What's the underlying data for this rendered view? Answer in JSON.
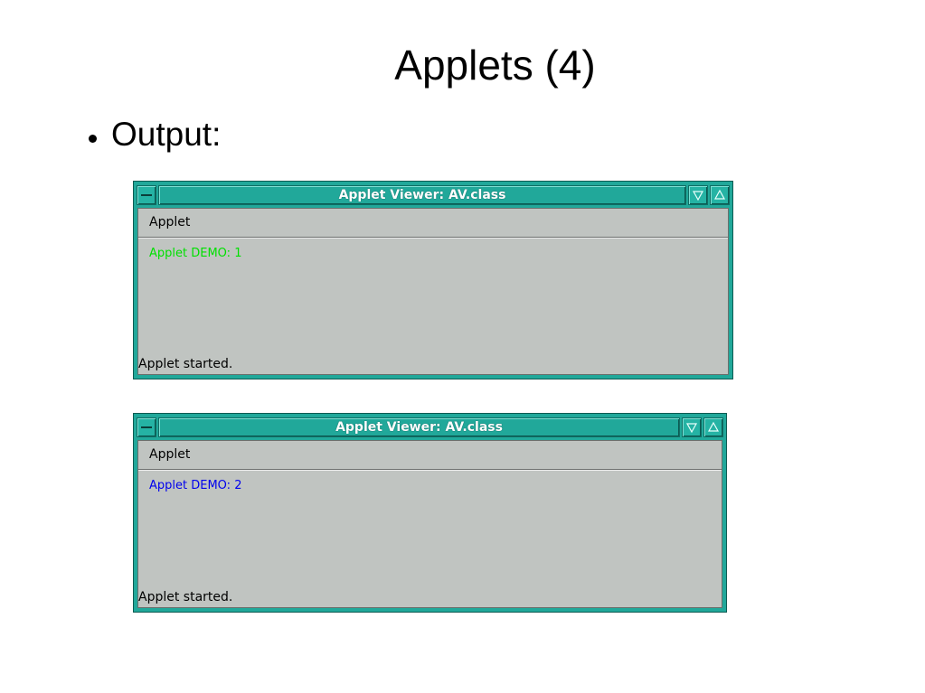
{
  "slide": {
    "title": "Applets (4)",
    "bullet": "Output:"
  },
  "windows": [
    {
      "title": "Applet Viewer: AV.class",
      "menu": "Applet",
      "demo_text": "Applet DEMO: 1",
      "demo_color": "#00e000",
      "status": "Applet started."
    },
    {
      "title": "Applet Viewer: AV.class",
      "menu": "Applet",
      "demo_text": "Applet DEMO: 2",
      "demo_color": "#0000ee",
      "status": "Applet started."
    }
  ],
  "colors": {
    "frame": "#21a89a",
    "client": "#c0c4c1"
  },
  "icons": {
    "window_menu": "window-menu-icon",
    "minimize": "minimize-icon",
    "maximize": "maximize-icon"
  }
}
